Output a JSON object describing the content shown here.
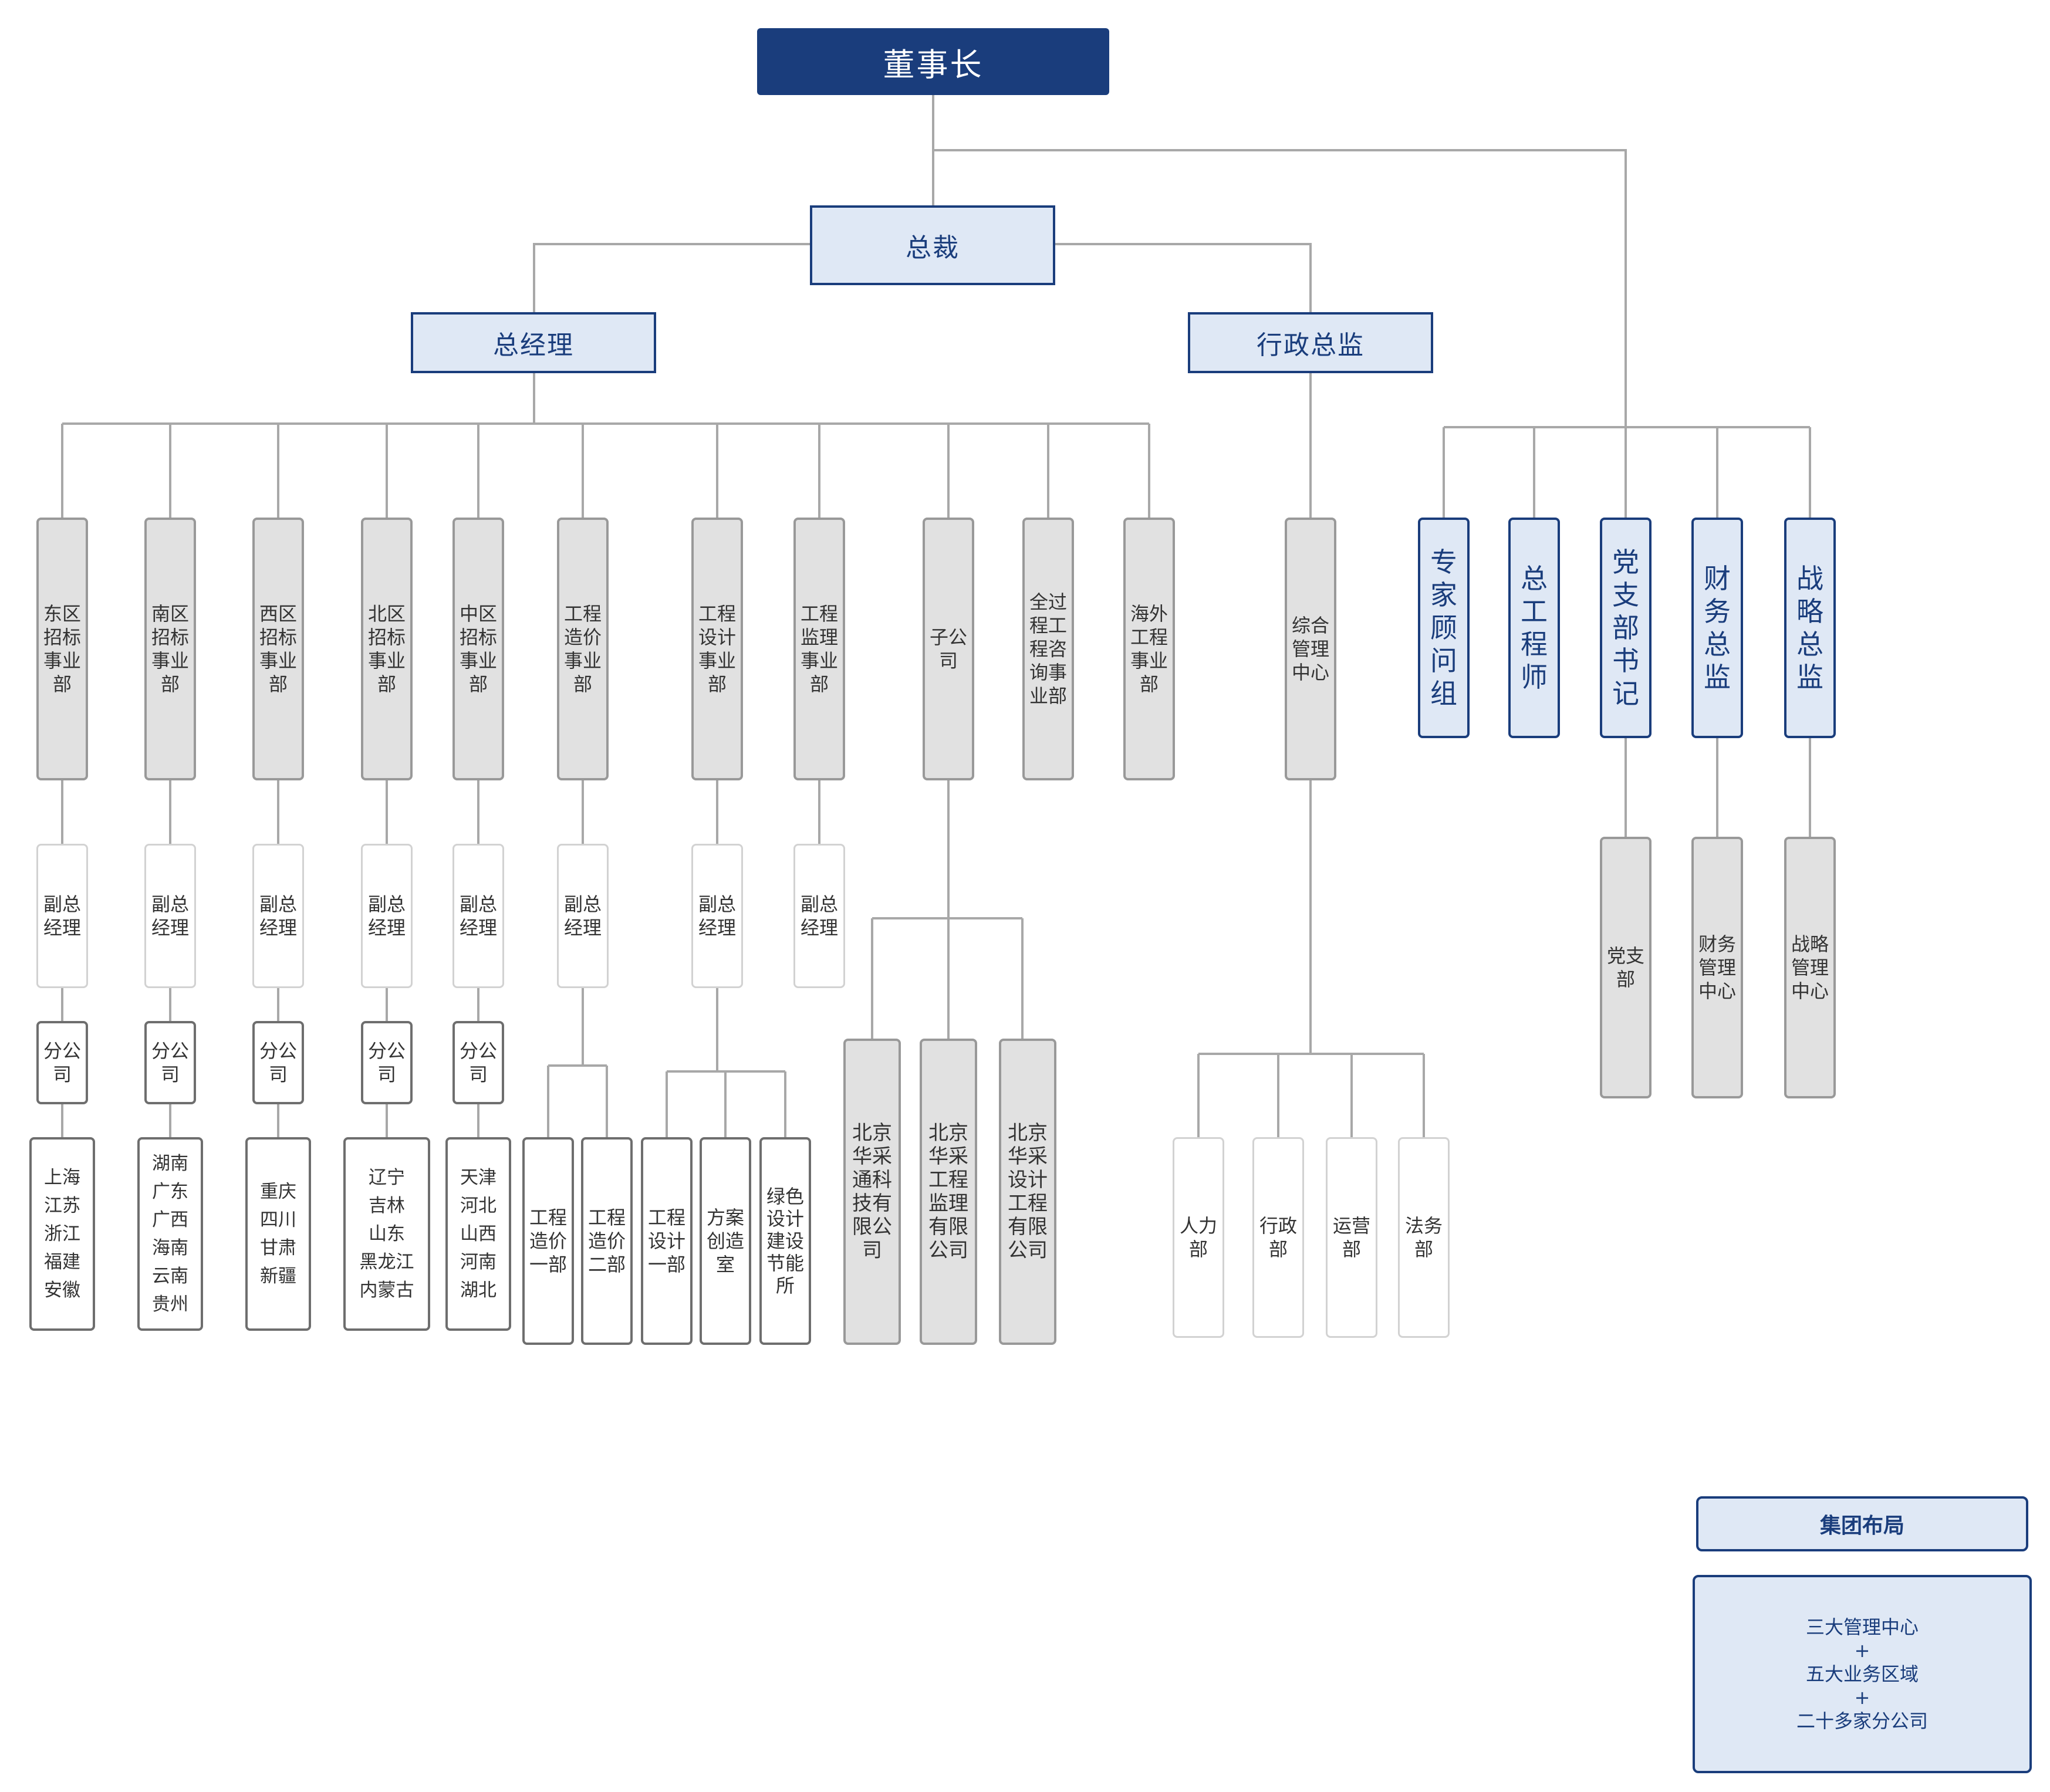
{
  "chairman": "董事长",
  "president": "总裁",
  "general_manager": "总经理",
  "admin_director": "行政总监",
  "business_units": [
    "东区招标事业部",
    "南区招标事业部",
    "西区招标事业部",
    "北区招标事业部",
    "中区招标事业部",
    "工程造价事业部",
    "工程设计事业部",
    "工程监理事业部",
    "子公司",
    "全过程工程咨询事业部",
    "海外工程事业部"
  ],
  "deputy_gm": "副总经理",
  "branch": "分公司",
  "regions": [
    "上海\n江苏\n浙江\n福建\n安徽",
    "湖南\n广东\n广西\n海南\n云南\n贵州",
    "重庆\n四川\n甘肃\n新疆",
    "辽宁\n吉林\n山东\n黑龙江\n内蒙古",
    "天津\n河北\n山西\n河南\n湖北"
  ],
  "cost_departments": [
    "工程造价一部",
    "工程造价二部"
  ],
  "design_departments": [
    "工程设计一部",
    "方案创造室",
    "绿色设计建设节能所"
  ],
  "subsidiaries": [
    "北京华采通科技有限公司",
    "北京华采工程监理有限公司",
    "北京华采设计工程有限公司"
  ],
  "admin_center": "综合管理中心",
  "admin_departments": [
    "人力部",
    "行政部",
    "运营部",
    "法务部"
  ],
  "chairman_direct": [
    "专家顾问组",
    "总工程师",
    "党支部书记",
    "财务总监",
    "战略总监"
  ],
  "chairman_sub_units": [
    "党支部",
    "财务管理中心",
    "战略管理中心"
  ],
  "legend": {
    "title": "集团布局",
    "line1": "三大管理中心",
    "plus1": "+",
    "line2": "五大业务区域",
    "plus2": "+",
    "line3": "二十多家分公司"
  }
}
